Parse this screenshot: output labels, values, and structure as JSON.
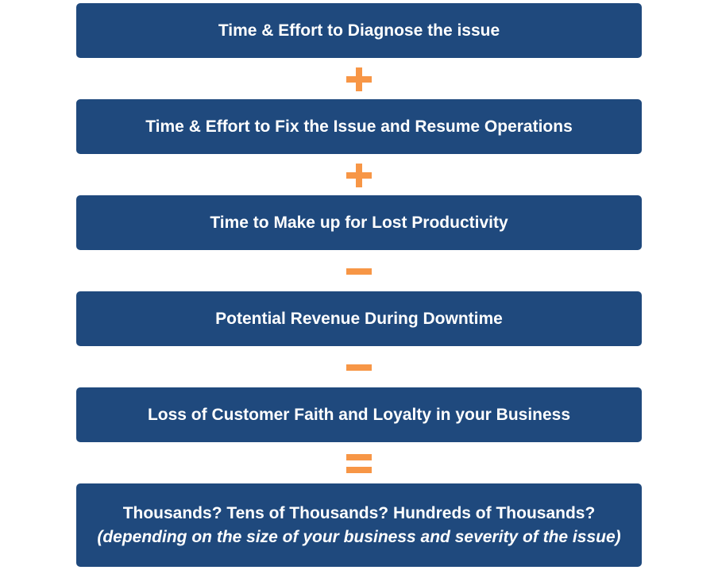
{
  "steps": [
    {
      "label": "Time  & Effort to Diagnose the issue"
    },
    {
      "label": "Time & Effort to Fix the Issue and Resume Operations"
    },
    {
      "label": "Time to Make up for Lost Productivity"
    },
    {
      "label": "Potential Revenue During Downtime"
    },
    {
      "label": "Loss of Customer Faith and Loyalty in your Business"
    }
  ],
  "operators": [
    "plus-icon",
    "plus-icon",
    "minus-icon",
    "minus-icon",
    "equals-icon"
  ],
  "result": {
    "headline": "Thousands? Tens of Thousands? Hundreds of Thousands?",
    "note": "(depending on the size of your business and severity of the issue)"
  },
  "colors": {
    "box_fill": "#1f497d",
    "box_text": "#ffffff",
    "operator": "#f79646"
  }
}
